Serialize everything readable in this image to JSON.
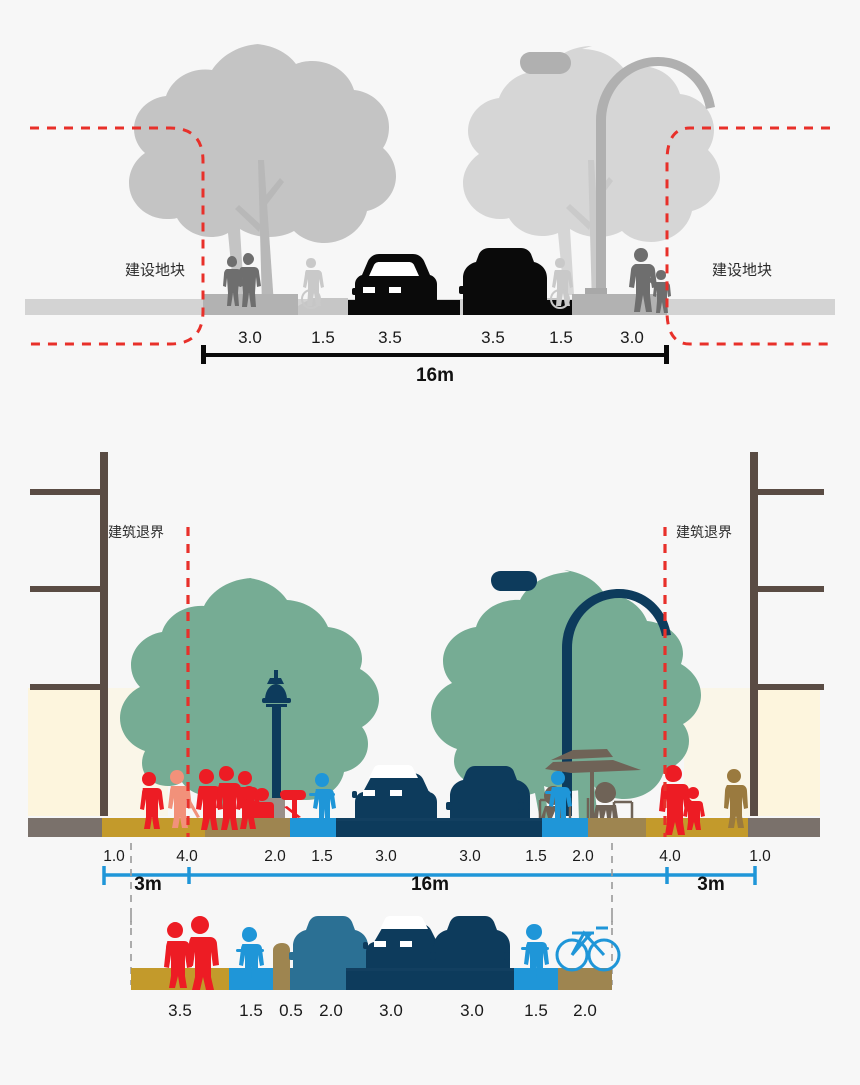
{
  "palette": {
    "background": "#f7f7f7",
    "red_dash": "#e8302a",
    "top_tree": "#c4c4c4",
    "top_tree_light": "#d6d6d6",
    "top_road": "#0a0a0a",
    "top_sidewalk": "#b2b2b2",
    "top_ground": "#d3d3d3",
    "top_person_dark": "#6e6e6e",
    "top_person_light": "#c9c9c9",
    "green_tree": "#76ac94",
    "navy": "#0d3b5c",
    "teal_car": "#2b7094",
    "light_blue": "#1f96d8",
    "gold": "#c39a2b",
    "tan": "#9e8550",
    "gray_band": "#7a716b",
    "building_frame": "#5a4c44",
    "building_fill": "#fdf5dd",
    "red_person": "#ed1c24",
    "salmon_person": "#f2917a",
    "olive_person": "#9a7a3f",
    "umbrella": "#6f6357",
    "dim_blue": "#1f96d8",
    "guide_gray": "#9a9a9a"
  },
  "top_section": {
    "label_left": "建设地块",
    "label_right": "建设地块",
    "lanes": [
      {
        "name": "sidewalk-left",
        "width": "3.0"
      },
      {
        "name": "bike-lane-left",
        "width": "1.5"
      },
      {
        "name": "traffic-lane-left",
        "width": "3.5"
      },
      {
        "name": "traffic-lane-right",
        "width": "3.5"
      },
      {
        "name": "bike-lane-right",
        "width": "1.5"
      },
      {
        "name": "sidewalk-right",
        "width": "3.0"
      }
    ],
    "total_label": "16m"
  },
  "bottom_section": {
    "label_left": "建筑退界",
    "label_right": "建筑退界",
    "lanes": [
      {
        "name": "setback-left",
        "width": "1.0"
      },
      {
        "name": "sidewalk-left",
        "width": "4.0"
      },
      {
        "name": "furnishing-left",
        "width": "2.0"
      },
      {
        "name": "bike-lane-left",
        "width": "1.5"
      },
      {
        "name": "traffic-lane-left",
        "width": "3.0"
      },
      {
        "name": "traffic-lane-right",
        "width": "3.0"
      },
      {
        "name": "bike-lane-right",
        "width": "1.5"
      },
      {
        "name": "furnishing-right",
        "width": "2.0"
      },
      {
        "name": "sidewalk-right",
        "width": "4.0"
      },
      {
        "name": "setback-right",
        "width": "1.0"
      }
    ],
    "span_left_label": "3m",
    "span_center_label": "16m",
    "span_right_label": "3m"
  },
  "detail_strip": {
    "segments": [
      {
        "name": "sidewalk",
        "width": "3.5",
        "color": "#c39a2b"
      },
      {
        "name": "bike-lane",
        "width": "1.5",
        "color": "#1f96d8"
      },
      {
        "name": "buffer",
        "width": "0.5",
        "color": "#9e8550"
      },
      {
        "name": "parking-lane",
        "width": "2.0",
        "color": "#2b7094"
      },
      {
        "name": "traffic-lane-1",
        "width": "3.0",
        "color": "#0d3b5c"
      },
      {
        "name": "traffic-lane-2",
        "width": "3.0",
        "color": "#0d3b5c"
      },
      {
        "name": "bike-lane-2",
        "width": "1.5",
        "color": "#1f96d8"
      },
      {
        "name": "sidewalk-2",
        "width": "2.0",
        "color": "#9e8550"
      }
    ]
  }
}
